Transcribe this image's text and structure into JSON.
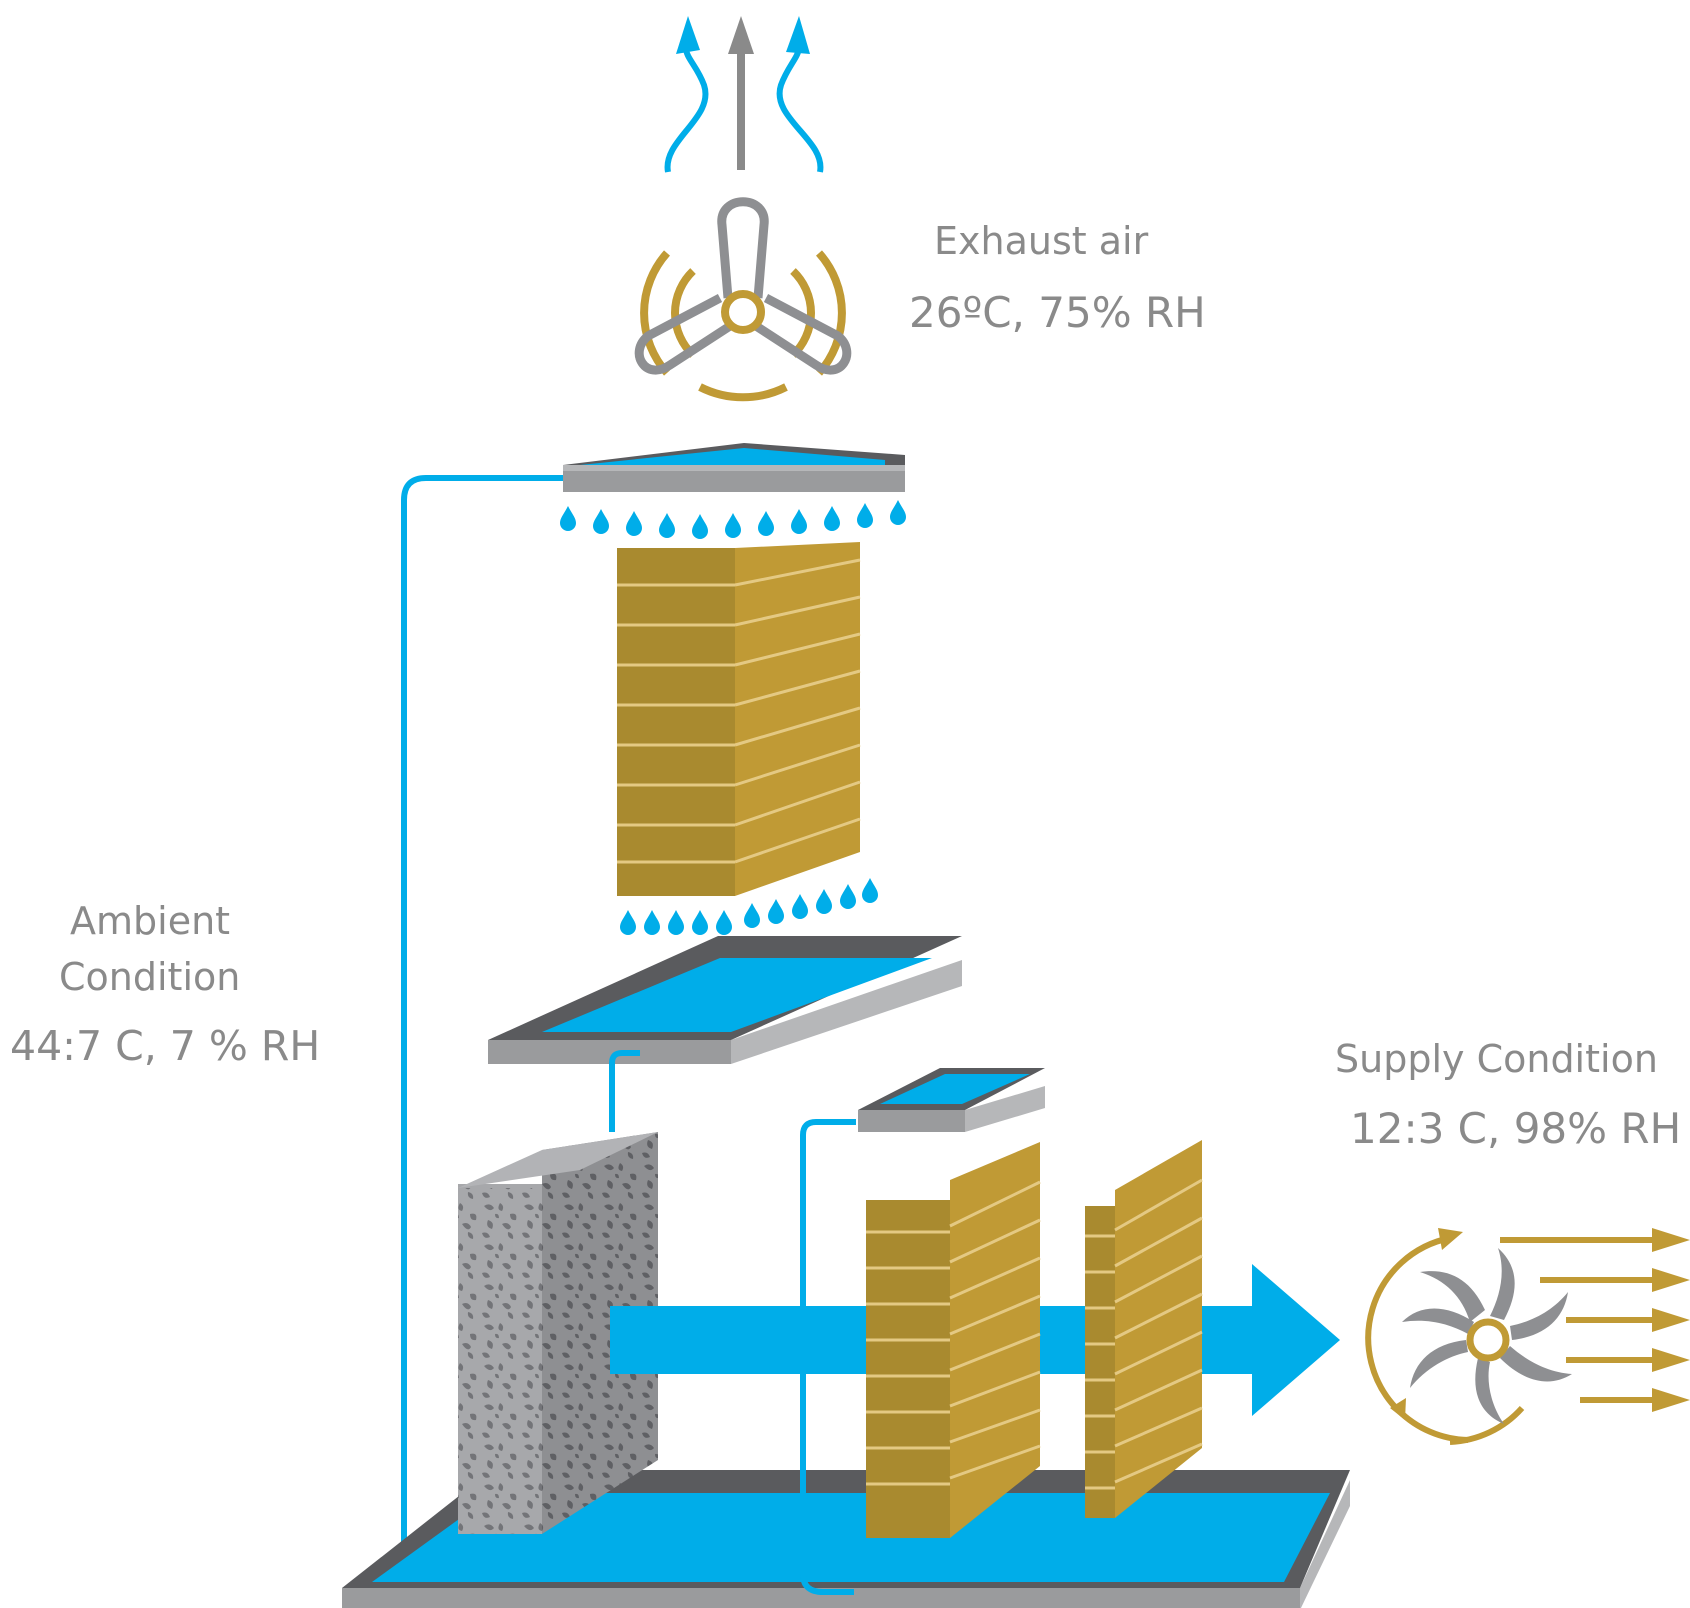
{
  "exhaust": {
    "title": "Exhaust air",
    "value": "26ºC, 75% RH"
  },
  "ambient": {
    "line1": "Ambient",
    "line2": "Condition",
    "value": "44:7 C,  7 % RH"
  },
  "supply": {
    "title": "Supply Condition",
    "value": "12:3 C, 98% RH"
  },
  "colors": {
    "water_blue": "#00ade9",
    "pad_gold": "#c09a35",
    "pad_gold_dark": "#a98a2f",
    "frame_gray": "#9a9b9d",
    "frame_dark": "#5a5b5e",
    "text_gray": "#8a8a8a",
    "arrow_gray": "#8a8a8a"
  }
}
